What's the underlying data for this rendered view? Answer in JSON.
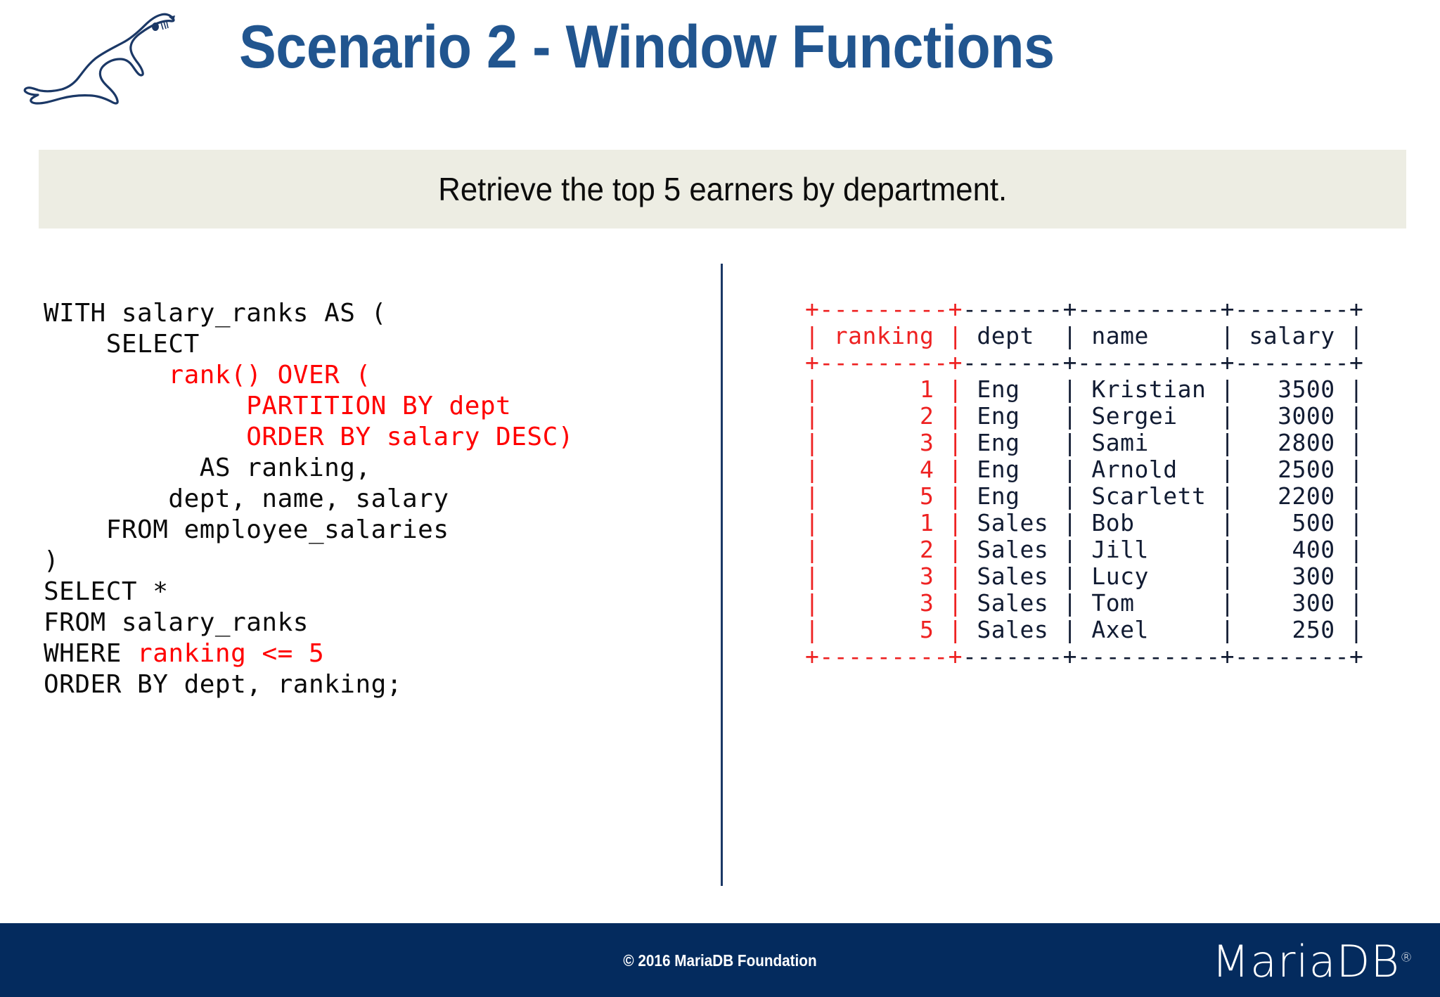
{
  "header": {
    "logo_icon": "sea-lion-logo",
    "title": "Scenario 2 - Window Functions",
    "title_color": "#21558F"
  },
  "question": {
    "text": "Retrieve the top 5 earners by department.",
    "background_color": "#EDEDE3"
  },
  "sql": {
    "accent_color": "#FF0000",
    "lines": [
      {
        "segments": [
          {
            "text": "WITH salary_ranks AS (",
            "color": "dark"
          }
        ]
      },
      {
        "segments": [
          {
            "text": "    SELECT",
            "color": "dark"
          }
        ]
      },
      {
        "segments": [
          {
            "text": "        rank() OVER (",
            "color": "red"
          }
        ]
      },
      {
        "segments": [
          {
            "text": "             PARTITION BY dept",
            "color": "red"
          }
        ]
      },
      {
        "segments": [
          {
            "text": "             ORDER BY salary DESC)",
            "color": "red"
          }
        ]
      },
      {
        "segments": [
          {
            "text": "          AS ranking,",
            "color": "dark"
          }
        ]
      },
      {
        "segments": [
          {
            "text": "        dept, name, salary",
            "color": "dark"
          }
        ]
      },
      {
        "segments": [
          {
            "text": "    FROM employee_salaries",
            "color": "dark"
          }
        ]
      },
      {
        "segments": [
          {
            "text": ")",
            "color": "dark"
          }
        ]
      },
      {
        "segments": [
          {
            "text": "SELECT *",
            "color": "dark"
          }
        ]
      },
      {
        "segments": [
          {
            "text": "FROM salary_ranks",
            "color": "dark"
          }
        ]
      },
      {
        "segments": [
          {
            "text": "WHERE ",
            "color": "dark"
          },
          {
            "text": "ranking <= 5",
            "color": "red"
          }
        ]
      },
      {
        "segments": [
          {
            "text": "ORDER BY dept, ranking;",
            "color": "dark"
          }
        ]
      }
    ]
  },
  "result": {
    "ranking_color": "#EE2222",
    "text_color": "#121c33",
    "columns": [
      "ranking",
      "dept",
      "name",
      "salary"
    ],
    "rows": [
      {
        "ranking": "1",
        "dept": "Eng",
        "name": "Kristian",
        "salary": "3500"
      },
      {
        "ranking": "2",
        "dept": "Eng",
        "name": "Sergei",
        "salary": "3000"
      },
      {
        "ranking": "3",
        "dept": "Eng",
        "name": "Sami",
        "salary": "2800"
      },
      {
        "ranking": "4",
        "dept": "Eng",
        "name": "Arnold",
        "salary": "2500"
      },
      {
        "ranking": "5",
        "dept": "Eng",
        "name": "Scarlett",
        "salary": "2200"
      },
      {
        "ranking": "1",
        "dept": "Sales",
        "name": "Bob",
        "salary": "500"
      },
      {
        "ranking": "2",
        "dept": "Sales",
        "name": "Jill",
        "salary": "400"
      },
      {
        "ranking": "3",
        "dept": "Sales",
        "name": "Lucy",
        "salary": "300"
      },
      {
        "ranking": "3",
        "dept": "Sales",
        "name": "Tom",
        "salary": "300"
      },
      {
        "ranking": "5",
        "dept": "Sales",
        "name": "Axel",
        "salary": "250"
      }
    ],
    "border_rule": "+---------+-------+----------+--------+"
  },
  "footer": {
    "copyright": "© 2016 MariaDB Foundation",
    "brand": "MariaDB",
    "brand_mark": "®",
    "background_color": "#042B5E"
  }
}
